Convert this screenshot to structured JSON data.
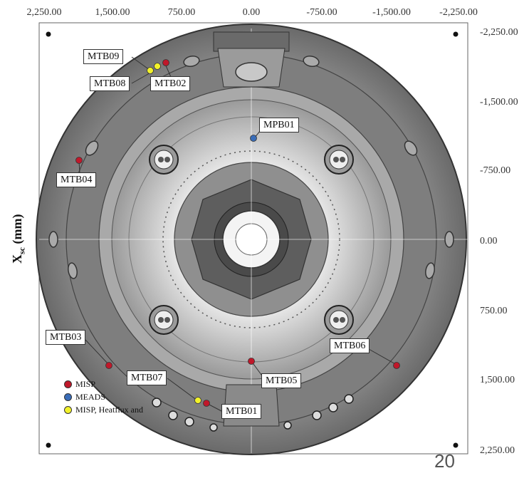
{
  "x_axis": {
    "ticks": [
      "2,250.00",
      "1,500.00",
      "750.00",
      "0.00",
      "-750.00",
      "-1,500.00",
      "-2,250.00"
    ]
  },
  "y_axis": {
    "label_main": "X",
    "label_sub": "sc",
    "label_unit": " (mm)",
    "ticks": [
      "-2,250.00",
      "-1,500.00",
      "-750.00",
      "0.00",
      "750.00",
      "1,500.00",
      "2,250.00"
    ]
  },
  "sensors": [
    {
      "id": "MTB09",
      "type": "MISP, Heatflux and"
    },
    {
      "id": "MTB08",
      "type": "MISP, Heatflux and"
    },
    {
      "id": "MTB02",
      "type": "MISP"
    },
    {
      "id": "MPB01",
      "type": "MEADS"
    },
    {
      "id": "MTB04",
      "type": "MISP"
    },
    {
      "id": "MTB03",
      "type": "MISP"
    },
    {
      "id": "MTB06",
      "type": "MISP"
    },
    {
      "id": "MTB05",
      "type": "MISP"
    },
    {
      "id": "MTB07",
      "type": "MISP, Heatflux and"
    },
    {
      "id": "MTB01",
      "type": "MISP"
    }
  ],
  "legend": [
    {
      "label": "MISP",
      "color": "#c0182a"
    },
    {
      "label": "MEADS",
      "color": "#3a6db8"
    },
    {
      "label": "MISP, Heatflux and",
      "color": "#f2f22a"
    }
  ],
  "slide_number": "20"
}
